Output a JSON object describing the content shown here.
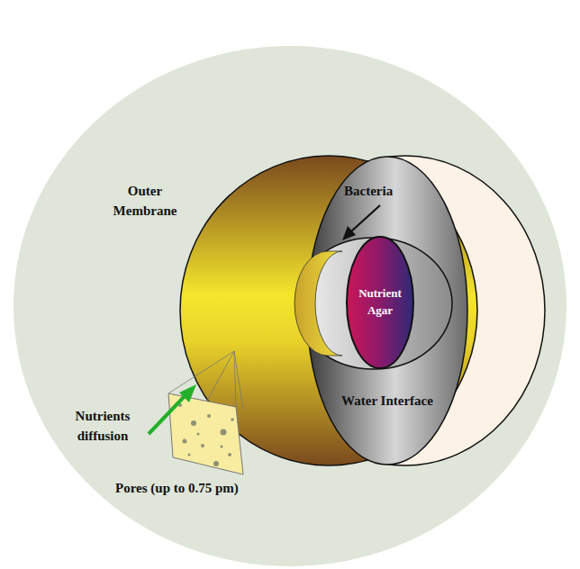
{
  "diagram": {
    "nodes": [
      {
        "text": [
          "Water Interface"
        ]
      },
      {
        "text": [
          "Nutrient Agar"
        ],
        "in": 0
      }
    ],
    "labels": [
      "Outer Membrane",
      "Bacteria",
      "Nutrients diffusion",
      "Pores (up to 0.75 pm)"
    ]
  }
}
